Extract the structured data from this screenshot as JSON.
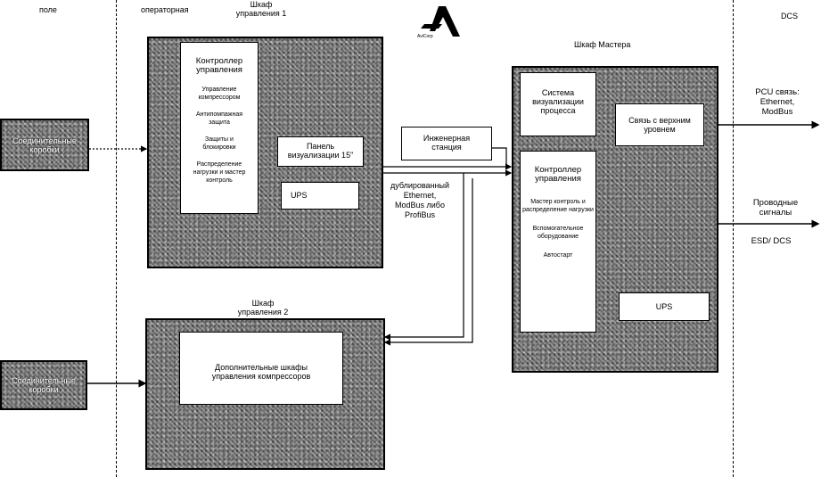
{
  "zones": {
    "field": "поле",
    "operator_room": "операторная",
    "dcs": "DCS"
  },
  "logo": {
    "text": "AviCorp"
  },
  "cabinet1": {
    "title_line1": "Шкаф",
    "title_line2": "управления 1",
    "controller_title_1": "Контроллер",
    "controller_title_2": "управления",
    "functions": [
      "Управление компрессором",
      "Антипомпажная защита",
      "Защиты и блокировки",
      "Распределение нагрузки и мастер контроль"
    ],
    "panel_line1": "Панель",
    "panel_line2": "визуализации 15\"",
    "ups": "UPS"
  },
  "field_box_top": {
    "line1": "Соединительные",
    "line2": "коробки"
  },
  "field_box_bottom": {
    "line1": "Соединительные",
    "line2": "коробки"
  },
  "engineering_station": {
    "line1": "Инженерная",
    "line2": "станция"
  },
  "network_label": {
    "line1": "дублированный",
    "line2": "Ethernet,",
    "line3": "ModBus либо",
    "line4": "ProfiBus"
  },
  "cabinet2": {
    "title_line1": "Шкаф",
    "title_line2": "управления 2",
    "inner_line1": "Дополнительные шкафы",
    "inner_line2": "управления компрессоров"
  },
  "master": {
    "title": "Шкаф Мастера",
    "viz_line1": "Система",
    "viz_line2": "визуализации",
    "viz_line3": "процесса",
    "comm_line1": "Связь с верхним",
    "comm_line2": "уровнем",
    "controller_title_1": "Контроллер",
    "controller_title_2": "управления",
    "functions": [
      "Мастер контроль и распределение нагрузки",
      "Вспомогательное оборудование",
      "Автостарт"
    ],
    "ups": "UPS"
  },
  "right": {
    "pcu_line1": "PCU связь:",
    "pcu_line2": "Ethernet,",
    "pcu_line3": "ModBus",
    "wired_line1": "Проводные",
    "wired_line2": "сигналы",
    "esd": "ESD/ DCS"
  }
}
